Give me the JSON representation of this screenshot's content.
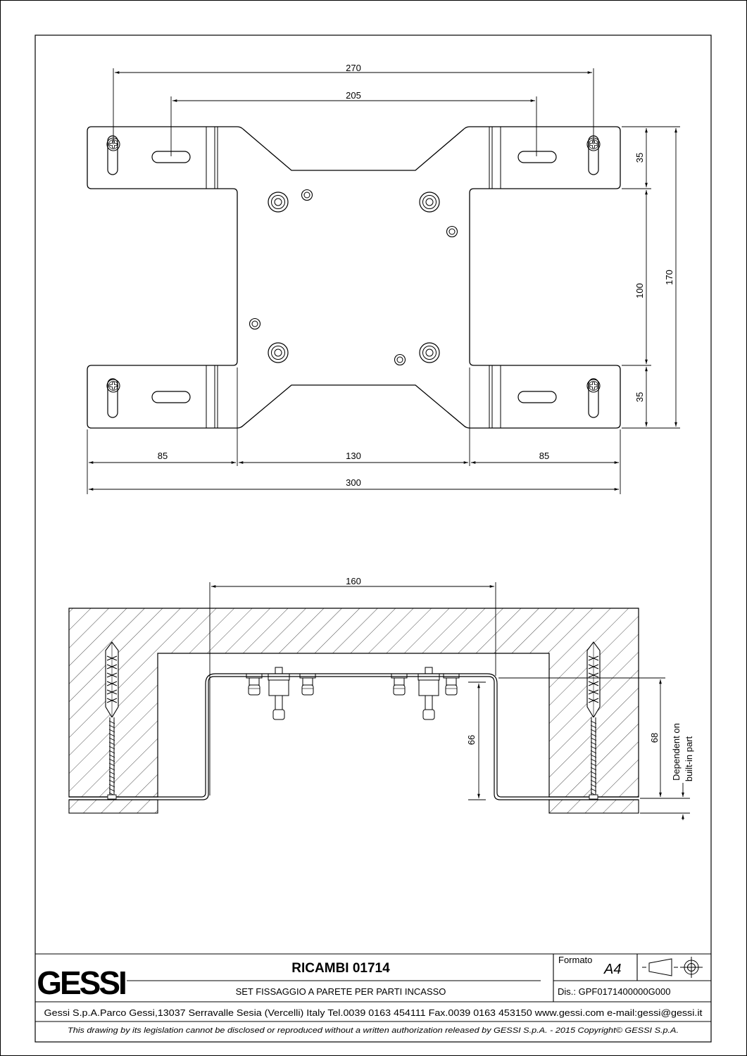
{
  "top_view": {
    "dim_overall_width_top": "270",
    "dim_slot_spacing": "205",
    "dim_right_top": "35",
    "dim_right_middle": "100",
    "dim_right_bottom": "35",
    "dim_right_overall": "170",
    "dim_bottom_left": "85",
    "dim_bottom_middle": "130",
    "dim_bottom_right": "85",
    "dim_bottom_overall": "300"
  },
  "section_view": {
    "dim_width": "160",
    "dim_depth_inner": "66",
    "dim_depth_outer": "68",
    "note_line1": "Dependent on",
    "note_line2": "built-in part"
  },
  "title_block": {
    "logo": "GESSI",
    "title": "RICAMBI 01714",
    "subtitle": "SET FISSAGGIO A PARETE PER PARTI INCASSO",
    "format_label": "Formato",
    "format_value": "A4",
    "drawing_number": "Dis.: GPF0171400000G000",
    "company_info": "Gessi S.p.A.Parco Gessi,13037 Serravalle Sesia (Vercelli) Italy Tel.0039 0163 454111 Fax.0039 0163 453150 www.gessi.com e-mail:gessi@gessi.it",
    "legal_notice": "This drawing by its legislation cannot be disclosed or reproduced without a written authorization released by GESSI S.p.A. - 2015 Copyright© GESSI S.p.A."
  }
}
